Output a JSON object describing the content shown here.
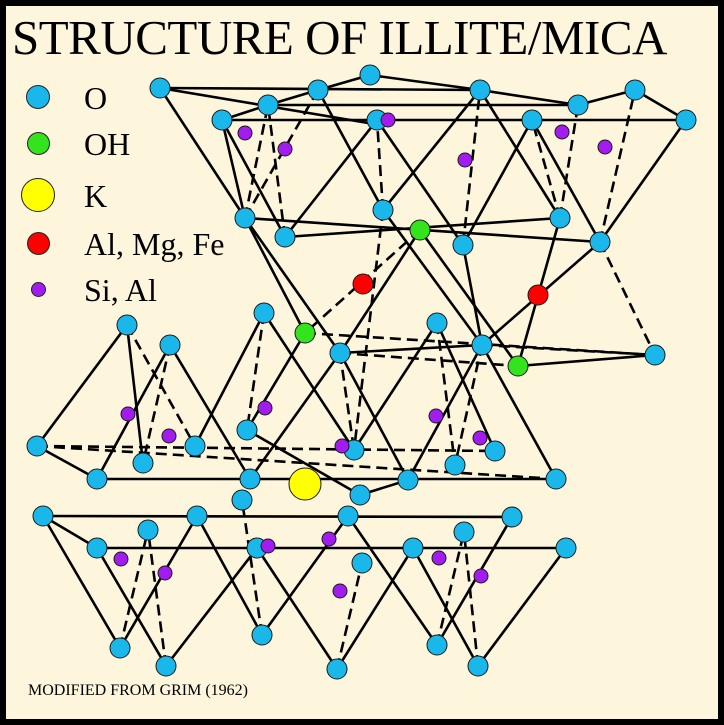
{
  "title": "STRUCTURE OF ILLITE/MICA",
  "legend": [
    {
      "label": "O",
      "color": "#1ab8ea"
    },
    {
      "label": "OH",
      "color": "#33e41c"
    },
    {
      "label": "K",
      "color": "#ffff00"
    },
    {
      "label": "Al, Mg, Fe",
      "color": "#ff0000"
    },
    {
      "label": "Si, Al",
      "color": "#a21cf0"
    }
  ],
  "credit": "MODIFIED FROM GRIM (1962)"
}
